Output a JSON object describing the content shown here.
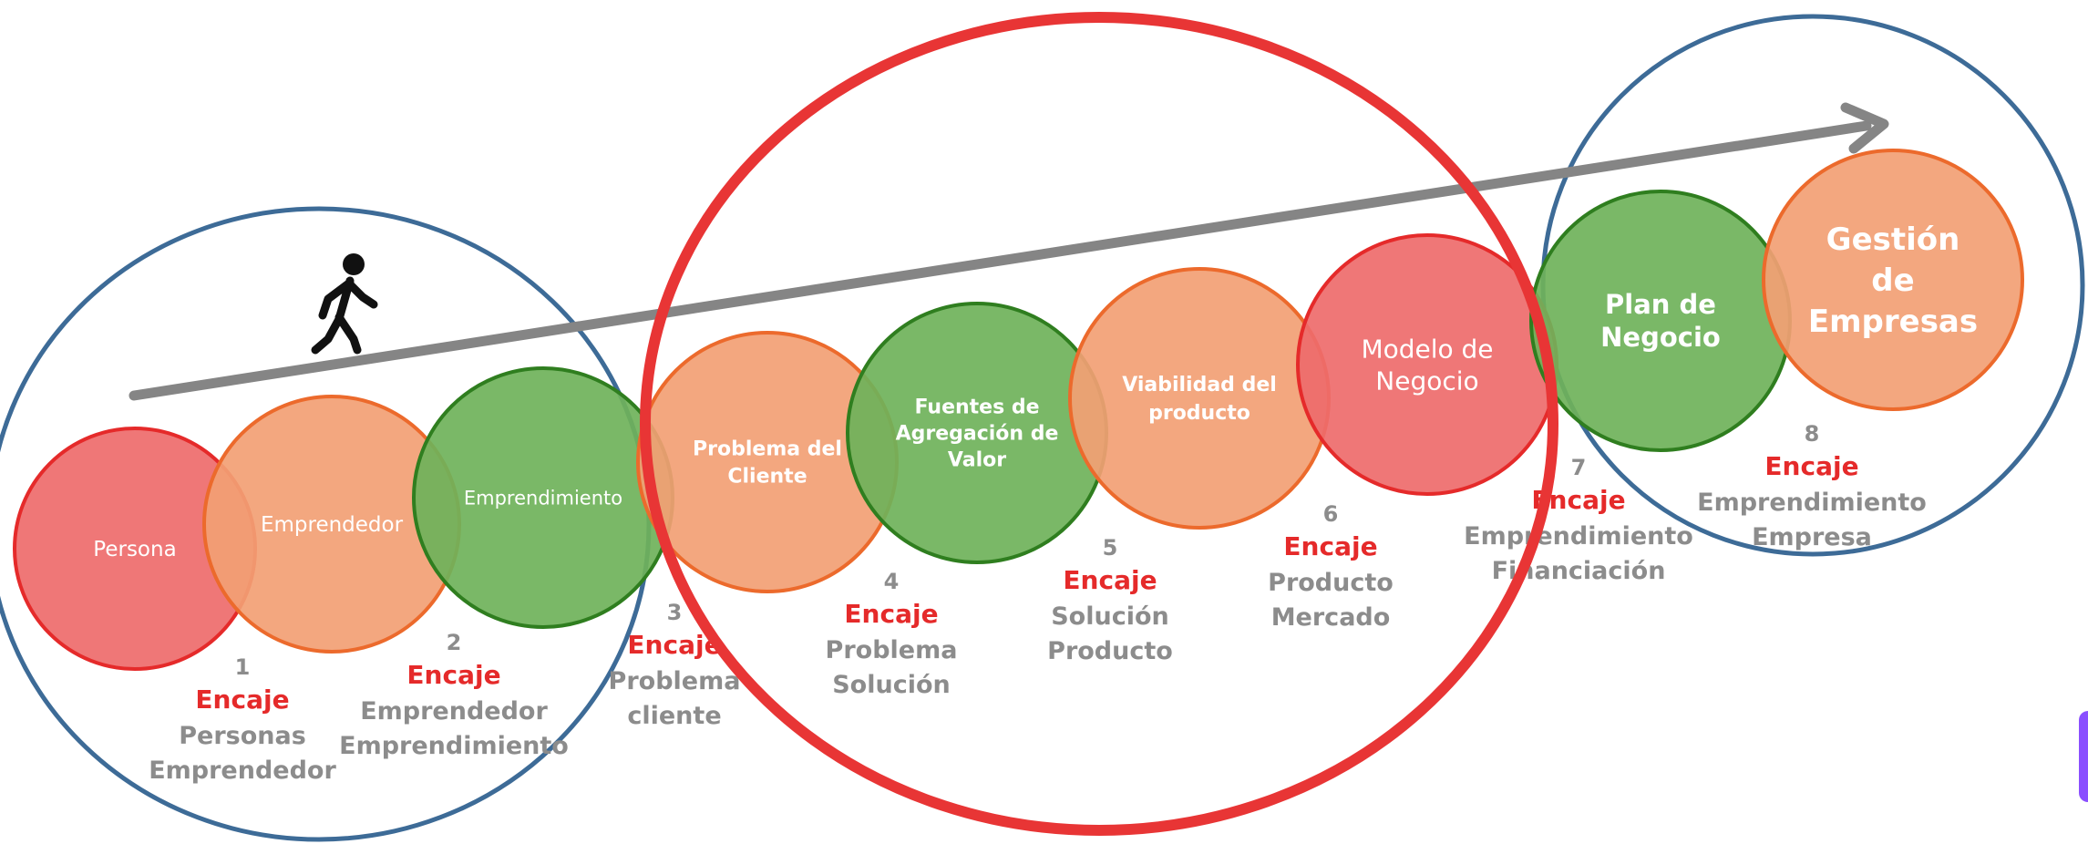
{
  "colors": {
    "red_fill": "#ee6b6b",
    "red_stroke": "#e52a2a",
    "orange_fill": "#f2a074",
    "orange_stroke": "#ec6a2c",
    "green_fill": "#6fb25a",
    "green_stroke": "#2f7e1f",
    "group_blue": "#3d6b97",
    "group_red": "#e83535",
    "arrow": "#858585",
    "encaje": "#e52a2a",
    "gray_text": "#8c8c8c",
    "person": "#111111"
  },
  "walker_icon": "walking-person-icon",
  "stages": [
    {
      "label": "Persona",
      "color": "red"
    },
    {
      "label": "Emprendedor",
      "color": "orange"
    },
    {
      "label": "Emprendimiento",
      "color": "green"
    },
    {
      "label": "Problema del\nCliente",
      "color": "orange"
    },
    {
      "label": "Fuentes de\nAgregación de\nValor",
      "color": "green"
    },
    {
      "label": "Viabilidad del\nproducto",
      "color": "orange"
    },
    {
      "label": "Modelo de\nNegocio",
      "color": "red"
    },
    {
      "label": "Plan de\nNegocio",
      "color": "green"
    },
    {
      "label": "Gestión\nde\nEmpresas",
      "color": "orange"
    }
  ],
  "fits": [
    {
      "number": "1",
      "encaje": "Encaje",
      "lines": [
        "Personas",
        "Emprendedor"
      ]
    },
    {
      "number": "2",
      "encaje": "Encaje",
      "lines": [
        "Emprendedor",
        "Emprendimiento"
      ]
    },
    {
      "number": "3",
      "encaje": "Encaje",
      "lines": [
        "Problema",
        "cliente"
      ]
    },
    {
      "number": "4",
      "encaje": "Encaje",
      "lines": [
        "Problema",
        "Solución"
      ]
    },
    {
      "number": "5",
      "encaje": "Encaje",
      "lines": [
        "Solución",
        "Producto"
      ]
    },
    {
      "number": "6",
      "encaje": "Encaje",
      "lines": [
        "Producto",
        "Mercado"
      ]
    },
    {
      "number": "7",
      "encaje": "Encaje",
      "lines": [
        "Emprendimiento",
        "Financiación"
      ]
    },
    {
      "number": "8",
      "encaje": "Encaje",
      "lines": [
        "Emprendimiento",
        "Empresa"
      ]
    }
  ]
}
